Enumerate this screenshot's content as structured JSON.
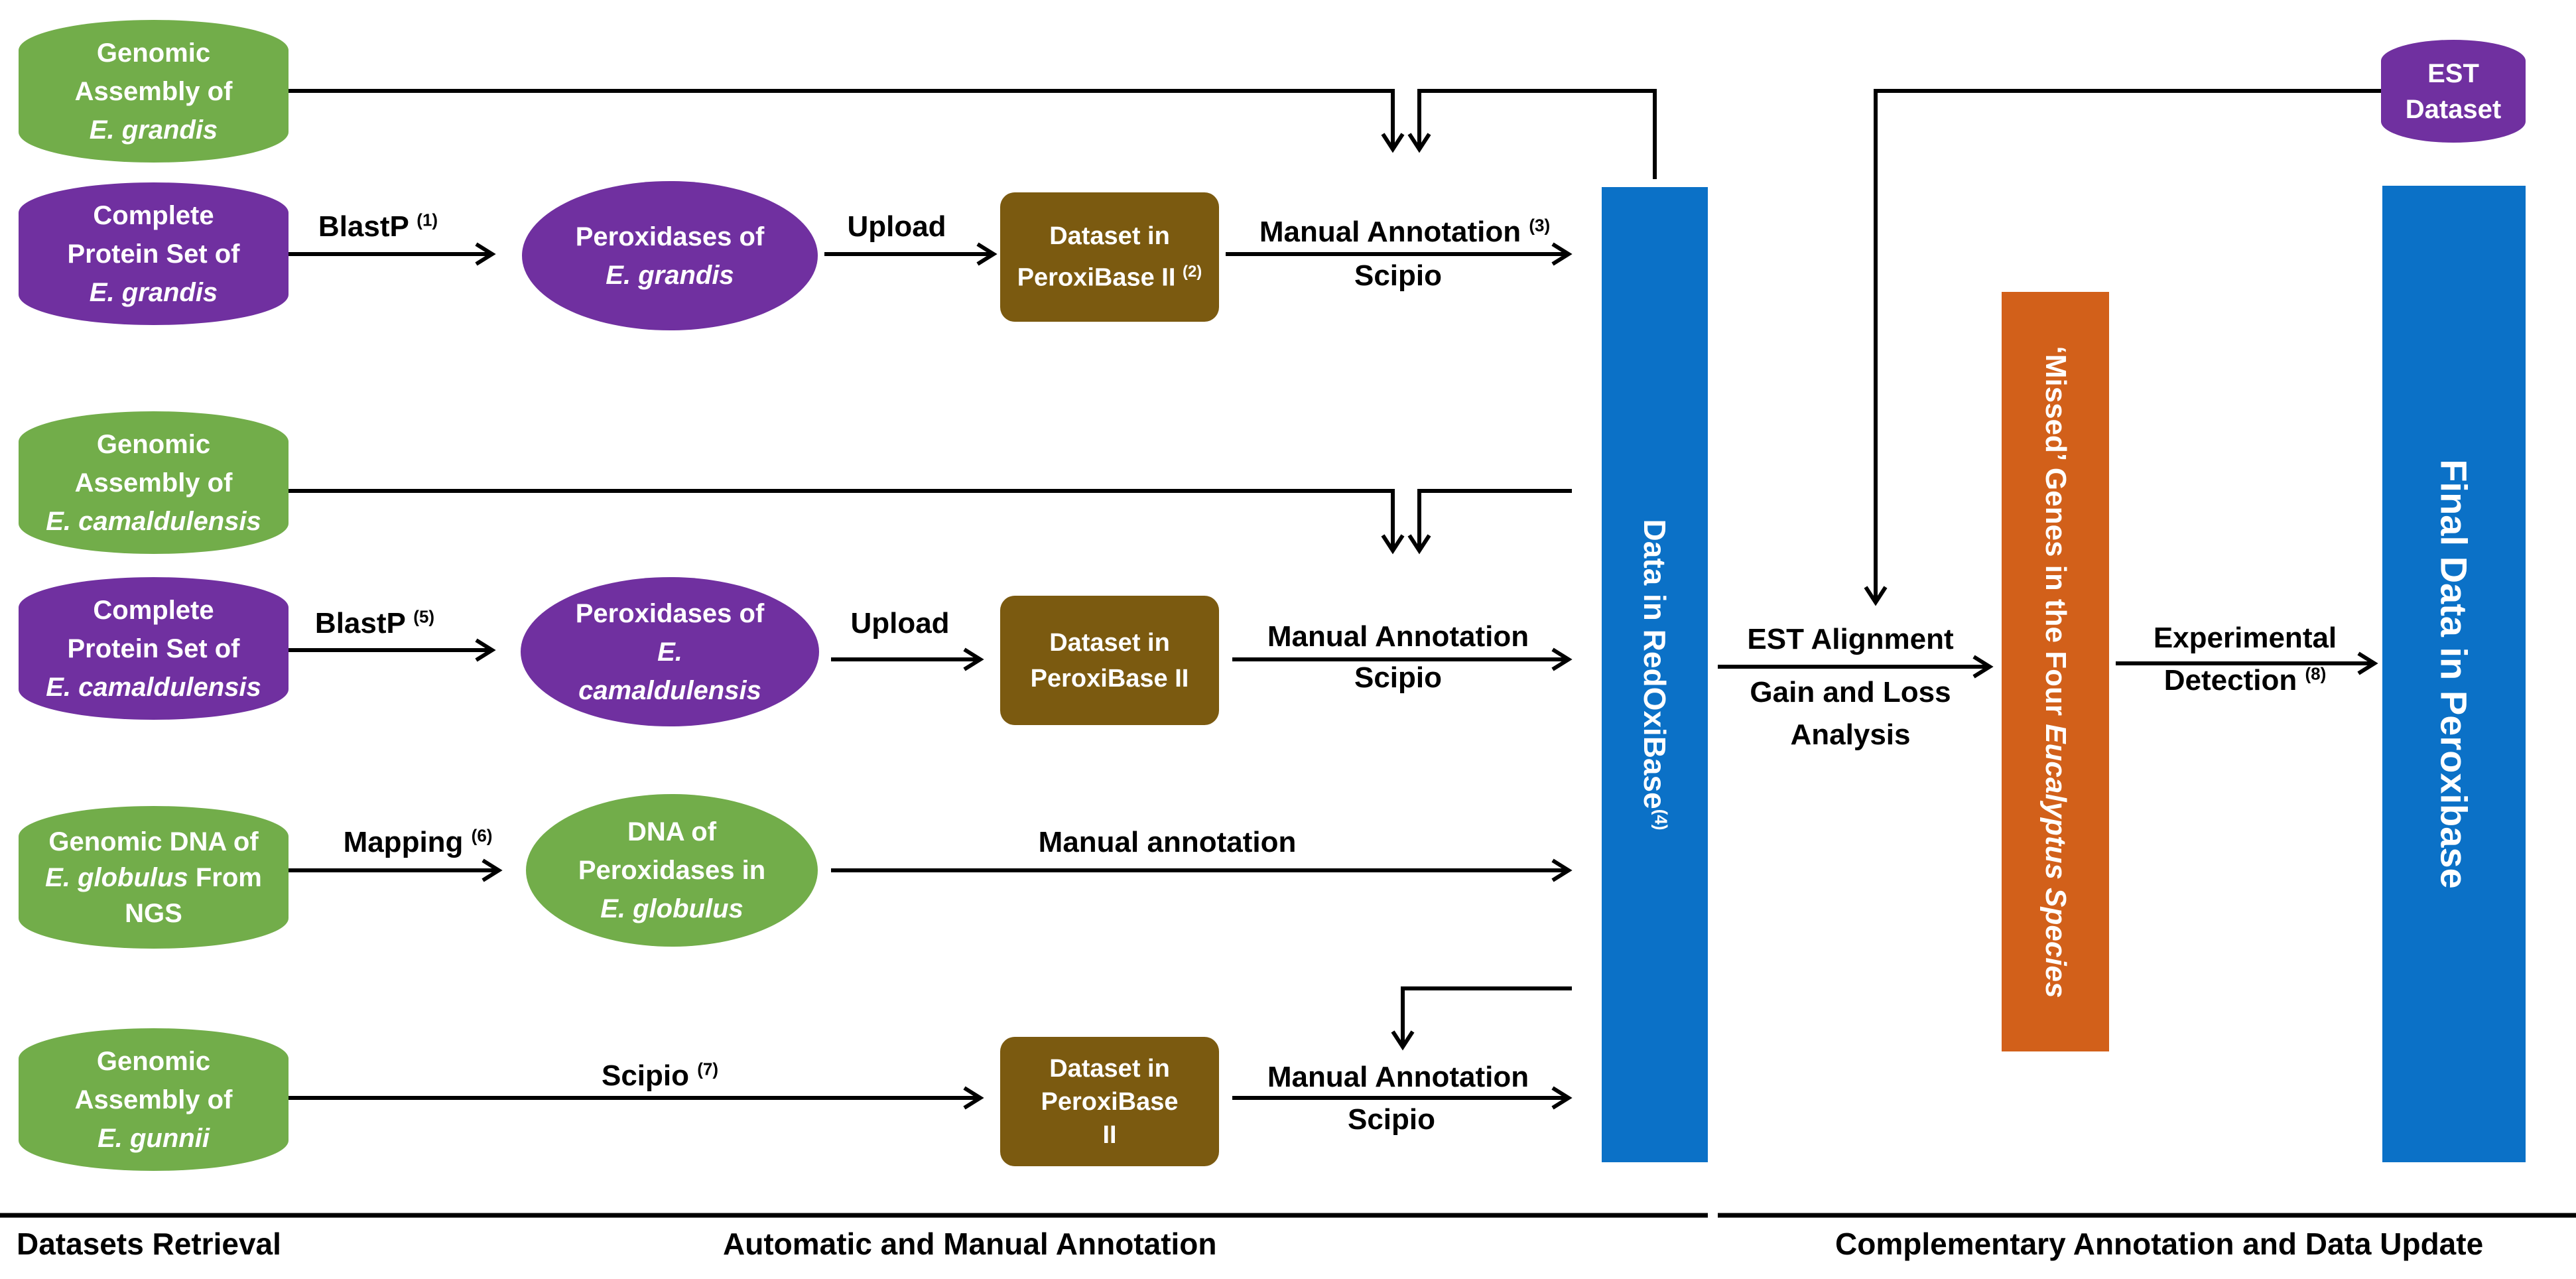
{
  "nodes": {
    "grandis_assembly": [
      "Genomic",
      "Assembly of",
      "E. grandis"
    ],
    "grandis_protein": [
      "Complete",
      "Protein Set of",
      "E. grandis"
    ],
    "grandis_peroxidases": [
      "Peroxidases of",
      "E. grandis"
    ],
    "grandis_dataset": [
      "Dataset in",
      "PeroxiBase II",
      "(2)"
    ],
    "camaldulensis_assembly": [
      "Genomic",
      "Assembly of",
      "E. camaldulensis"
    ],
    "camaldulensis_protein": [
      "Complete",
      "Protein Set of",
      "E. camaldulensis"
    ],
    "camaldulensis_peroxidases": [
      "Peroxidases of",
      "E.",
      "camaldulensis"
    ],
    "camaldulensis_dataset": [
      "Dataset in",
      "PeroxiBase II"
    ],
    "globulus_dna": [
      "Genomic DNA of",
      "E. globulus",
      "From",
      "NGS"
    ],
    "globulus_peroxidases": [
      "DNA of",
      "Peroxidases in",
      "E. globulus"
    ],
    "gunnii_assembly": [
      "Genomic",
      "Assembly of",
      "E. gunnii"
    ],
    "gunnii_dataset": [
      "Dataset in",
      "PeroxiBase",
      "II"
    ],
    "est_dataset": [
      "EST",
      "Dataset"
    ]
  },
  "bars": {
    "redoxibase": "Data in RedOxiBase",
    "redoxibase_sup": "(4)",
    "missed_genes_1": "‘Missed’ Genes in the Four ",
    "missed_genes_2": "Eucalyptus Species",
    "final_data": "Final Data in Peroxibase"
  },
  "labels": {
    "blastp1": "BlastP",
    "blastp1_sup": "(1)",
    "upload1": "Upload",
    "manual1": "Manual Annotation",
    "manual1_sup": "(3)",
    "scipio1": "Scipio",
    "blastp2": "BlastP",
    "blastp2_sup": "(5)",
    "upload2": "Upload",
    "manual2": "Manual Annotation",
    "scipio2": "Scipio",
    "mapping": "Mapping",
    "mapping_sup": "(6)",
    "manual_annotation": "Manual annotation",
    "scipio7": "Scipio",
    "scipio7_sup": "(7)",
    "manual3": "Manual Annotation",
    "scipio3": "Scipio",
    "est_alignment": "EST Alignment",
    "gain_loss_1": "Gain and Loss",
    "gain_loss_2": "Analysis",
    "experimental_1": "Experimental",
    "experimental_2": "Detection",
    "experimental_sup": "(8)"
  },
  "footer": {
    "datasets_retrieval": "Datasets Retrieval",
    "automatic_manual": "Automatic and Manual Annotation",
    "complementary": "Complementary Annotation and Data Update"
  },
  "colors": {
    "green": "#72ad4a",
    "purple": "#7030a0",
    "brown": "#7b5a10",
    "blue": "#0b71c7",
    "orange": "#d2601a",
    "line": "#000000"
  }
}
